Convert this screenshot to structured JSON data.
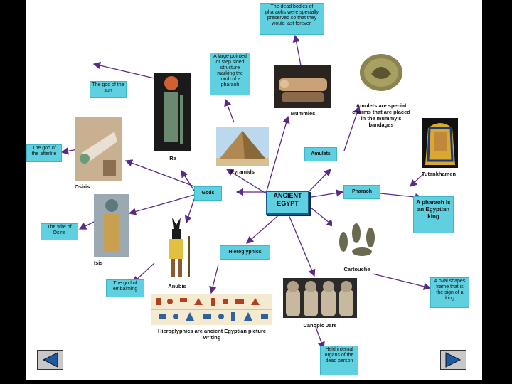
{
  "hub": {
    "line1": "ANCIENT",
    "line2": "EGYPT"
  },
  "nodes": {
    "gods": "Gods",
    "pharaoh": "Pharaoh",
    "amulets": "Amulets",
    "hieroglyphics": "Hieroglyphics"
  },
  "captions": {
    "mummies": "Mummies",
    "pyramids": "Pyramids",
    "re": "Re",
    "osiris": "Osiris",
    "isis": "Isis",
    "anubis": "Anubis",
    "tutankhamen": "Tutankhamen",
    "cartouche": "Cartouche",
    "canopic": "Canopic Jars",
    "amulets_desc": "Amulets are special charms that are placed in the mummy's bandages",
    "hieroglyphics_desc": "Hieroglyphics are ancient Egyptian picture writing"
  },
  "notes": {
    "mummies": "The dead bodies of pharaohs were specially preserved so that they would last forever.",
    "pyramid": "A large pointed or step sided structure marking the tomb of a pharaoh",
    "re": "The god of the sun",
    "osiris": "The god of the afterlife",
    "isis": "The wife of Osiris",
    "anubis": "The god of embalming",
    "pharaoh": "A pharaoh is an Egyptian king",
    "cartouche": "A oval shapes frame that is the sign of a king",
    "canopic": "Held internal organs of the dead person"
  },
  "colors": {
    "accent": "#5fd0e0",
    "arrows": "#5a2a8a",
    "frame": "#000000"
  },
  "icons": {
    "back": "left-triangle-icon",
    "forward": "right-triangle-icon"
  }
}
